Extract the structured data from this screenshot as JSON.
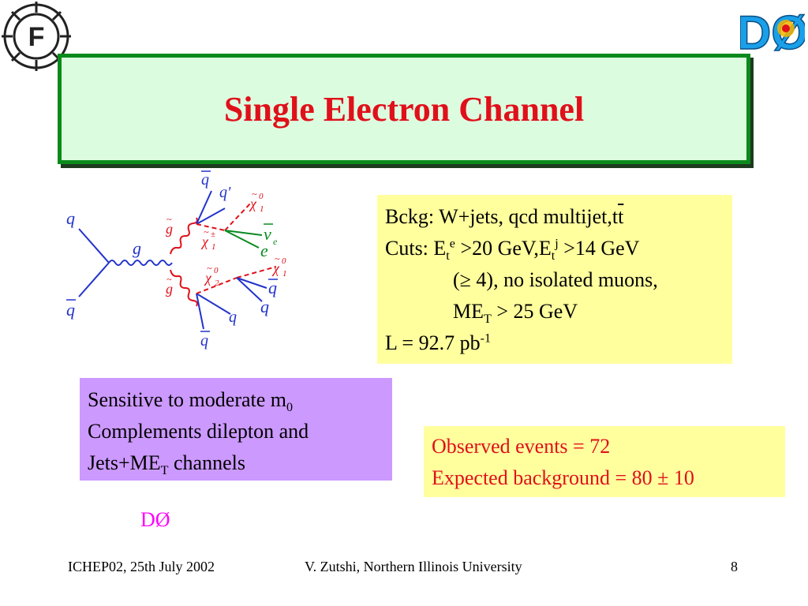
{
  "title": "Single Electron Channel",
  "logos": {
    "left_logo_text": "F",
    "right_logo_text": "DØ"
  },
  "diagram": {
    "labels": {
      "q_in": "q",
      "qbar_in": "q",
      "g": "g",
      "gluino_top": "g",
      "gluino_bottom": "g",
      "qbar_top": "q",
      "qprime": "q'",
      "chi0_top": "χ",
      "chi0_top_sup": "0",
      "chi0_top_sub": "1",
      "chipm": "χ",
      "chipm_sup": "±",
      "chipm_sub": "1",
      "nu": "ν",
      "nu_sub": "e",
      "e": "e",
      "chi02": "χ",
      "chi02_sup": "0",
      "chi02_sub": "2",
      "chi0_bottom": "χ",
      "chi0_bottom_sup": "0",
      "chi0_bottom_sub": "1",
      "qbar_right": "q",
      "q_right": "q",
      "q_bottom": "q",
      "qbar_bottom": "q"
    }
  },
  "cuts": {
    "line1_prefix": "Bckg: W+jets, qcd multijet,t",
    "line1_tbar": "t",
    "line2_a": "Cuts: E",
    "line2_sub1": "t",
    "line2_sup1": "e",
    "line2_b": " >20 GeV,E",
    "line2_sub2": "t",
    "line2_sup2": "j",
    "line2_c": " >14 GeV",
    "line3": "(≥ 4), no isolated muons,",
    "line4_a": "ME",
    "line4_sub": "T",
    "line4_b": " > 25 GeV",
    "line5_a": "L = 92.7 pb",
    "line5_sup": "-1"
  },
  "sensitivity": {
    "line1_a": "Sensitive to moderate m",
    "line1_sub": "0",
    "line2": "Complements dilepton and",
    "line3_a": "Jets+ME",
    "line3_sub": "T",
    "line3_b": " channels"
  },
  "result": {
    "observed": "Observed events = 72",
    "expected": "Expected background = 80 ± 10"
  },
  "d0_mark": "DØ",
  "footer": {
    "conference": "ICHEP02, 25th July 2002",
    "author": "V. Zutshi, Northern Illinois University",
    "page": "8"
  },
  "colors": {
    "title": "#e0101a",
    "title_box_bg": "#dcfce0",
    "title_box_border": "#0b8a1c",
    "cuts_bg": "#ffff9e",
    "sens_bg": "#cc99ff",
    "result_text": "#e0101a",
    "d0_mark": "#ff00ff"
  }
}
